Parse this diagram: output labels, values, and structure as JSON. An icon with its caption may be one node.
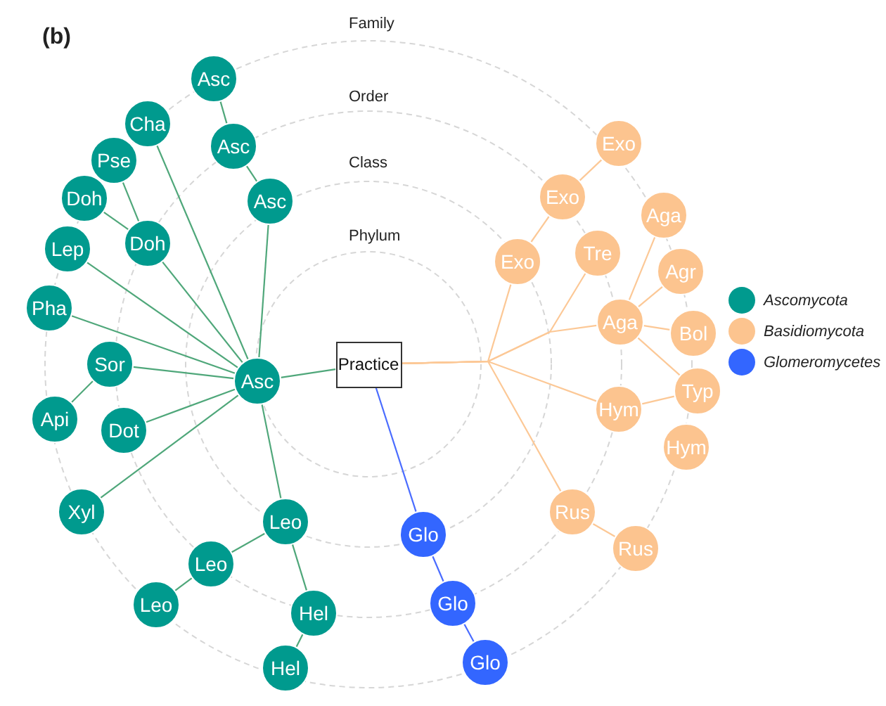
{
  "diagram": {
    "nodes": [
      {
        "text": [
          "Practice"
        ]
      },
      {
        "text": [
          "Asc"
        ]
      },
      {
        "text": [
          "Asc"
        ]
      },
      {
        "text": [
          "Asc"
        ]
      },
      {
        "text": [
          "Asc"
        ]
      },
      {
        "text": [
          "Cha"
        ]
      },
      {
        "text": [
          "Pse"
        ]
      },
      {
        "text": [
          "Doh"
        ]
      },
      {
        "text": [
          "Doh"
        ]
      },
      {
        "text": [
          "Lep"
        ]
      },
      {
        "text": [
          "Pha"
        ]
      },
      {
        "text": [
          "Sor"
        ]
      },
      {
        "text": [
          "Api"
        ]
      },
      {
        "text": [
          "Dot"
        ]
      },
      {
        "text": [
          "Xyl"
        ]
      },
      {
        "text": [
          "Leo"
        ]
      },
      {
        "text": [
          "Leo"
        ]
      },
      {
        "text": [
          "Leo"
        ]
      },
      {
        "text": [
          "Hel"
        ]
      },
      {
        "text": [
          "Hel"
        ]
      },
      {
        "text": [
          "Exo"
        ]
      },
      {
        "text": [
          "Exo"
        ]
      },
      {
        "text": [
          "Exo"
        ]
      },
      {
        "text": [
          "Tre"
        ]
      },
      {
        "text": [
          "Aga"
        ]
      },
      {
        "text": [
          "Aga"
        ]
      },
      {
        "text": [
          "Agr"
        ]
      },
      {
        "text": [
          "Bol"
        ]
      },
      {
        "text": [
          "Typ"
        ]
      },
      {
        "text": [
          "Hym"
        ]
      },
      {
        "text": [
          "Hym"
        ]
      },
      {
        "text": [
          "Rus"
        ]
      },
      {
        "text": [
          "Rus"
        ]
      },
      {
        "text": [
          "Glo"
        ]
      },
      {
        "text": [
          "Glo"
        ]
      },
      {
        "text": [
          "Glo"
        ]
      }
    ],
    "edges": [
      {
        "from": 0,
        "to": 1,
        "arrow": "none"
      },
      {
        "from": 1,
        "to": 2,
        "arrow": "none"
      },
      {
        "from": 2,
        "to": 3,
        "arrow": "none"
      },
      {
        "from": 3,
        "to": 4,
        "arrow": "none"
      },
      {
        "from": 1,
        "to": 5,
        "arrow": "none"
      },
      {
        "from": 1,
        "to": 8,
        "arrow": "none"
      },
      {
        "from": 8,
        "to": 6,
        "arrow": "none"
      },
      {
        "from": 8,
        "to": 7,
        "arrow": "none"
      },
      {
        "from": 1,
        "to": 9,
        "arrow": "none"
      },
      {
        "from": 1,
        "to": 10,
        "arrow": "none"
      },
      {
        "from": 1,
        "to": 11,
        "arrow": "none"
      },
      {
        "from": 11,
        "to": 12,
        "arrow": "none"
      },
      {
        "from": 1,
        "to": 13,
        "arrow": "none"
      },
      {
        "from": 1,
        "to": 14,
        "arrow": "none"
      },
      {
        "from": 1,
        "to": 15,
        "arrow": "none"
      },
      {
        "from": 15,
        "to": 16,
        "arrow": "none"
      },
      {
        "from": 16,
        "to": 17,
        "arrow": "none"
      },
      {
        "from": 15,
        "to": 18,
        "arrow": "none"
      },
      {
        "from": 18,
        "to": 19,
        "arrow": "none"
      },
      {
        "from": 0,
        "to": 20,
        "arrow": "none",
        "color": "#fcc896"
      },
      {
        "from": 20,
        "to": 21,
        "arrow": "none",
        "color": "#fcc896"
      },
      {
        "from": 21,
        "to": 22,
        "arrow": "none",
        "color": "#fcc896"
      },
      {
        "from": 0,
        "to": 23,
        "arrow": "none",
        "color": "#fcc896"
      },
      {
        "from": 0,
        "to": 24,
        "arrow": "none",
        "color": "#fcc896"
      },
      {
        "from": 24,
        "to": 25,
        "arrow": "none",
        "color": "#fcc896"
      },
      {
        "from": 24,
        "to": 26,
        "arrow": "none",
        "color": "#fcc896"
      },
      {
        "from": 24,
        "to": 27,
        "arrow": "none",
        "color": "#fcc896"
      },
      {
        "from": 24,
        "to": 28,
        "arrow": "none",
        "color": "#fcc896"
      },
      {
        "from": 0,
        "to": 29,
        "arrow": "none",
        "color": "#fcc896"
      },
      {
        "from": 29,
        "to": 28,
        "arrow": "none",
        "color": "#fcc896"
      },
      {
        "from": 0,
        "to": 31,
        "arrow": "none",
        "color": "#fcc896"
      },
      {
        "from": 31,
        "to": 32,
        "arrow": "none",
        "color": "#fcc896"
      },
      {
        "from": 0,
        "to": 33,
        "arrow": "none",
        "color": "#4a6cff"
      },
      {
        "from": 33,
        "to": 34,
        "arrow": "none",
        "color": "#4a6cff"
      },
      {
        "from": 34,
        "to": 35,
        "arrow": "none",
        "color": "#4a6cff"
      }
    ],
    "labels": [
      "(b)",
      "Family",
      "Order",
      "Class",
      "Phylum"
    ],
    "legend": [
      {
        "text": "Ascomycota",
        "color": "#009a8e"
      },
      {
        "text": "Basidiomycota",
        "color": "#fcc48f"
      },
      {
        "text": "Glomeromycetes",
        "color": "#3366ff"
      }
    ]
  }
}
